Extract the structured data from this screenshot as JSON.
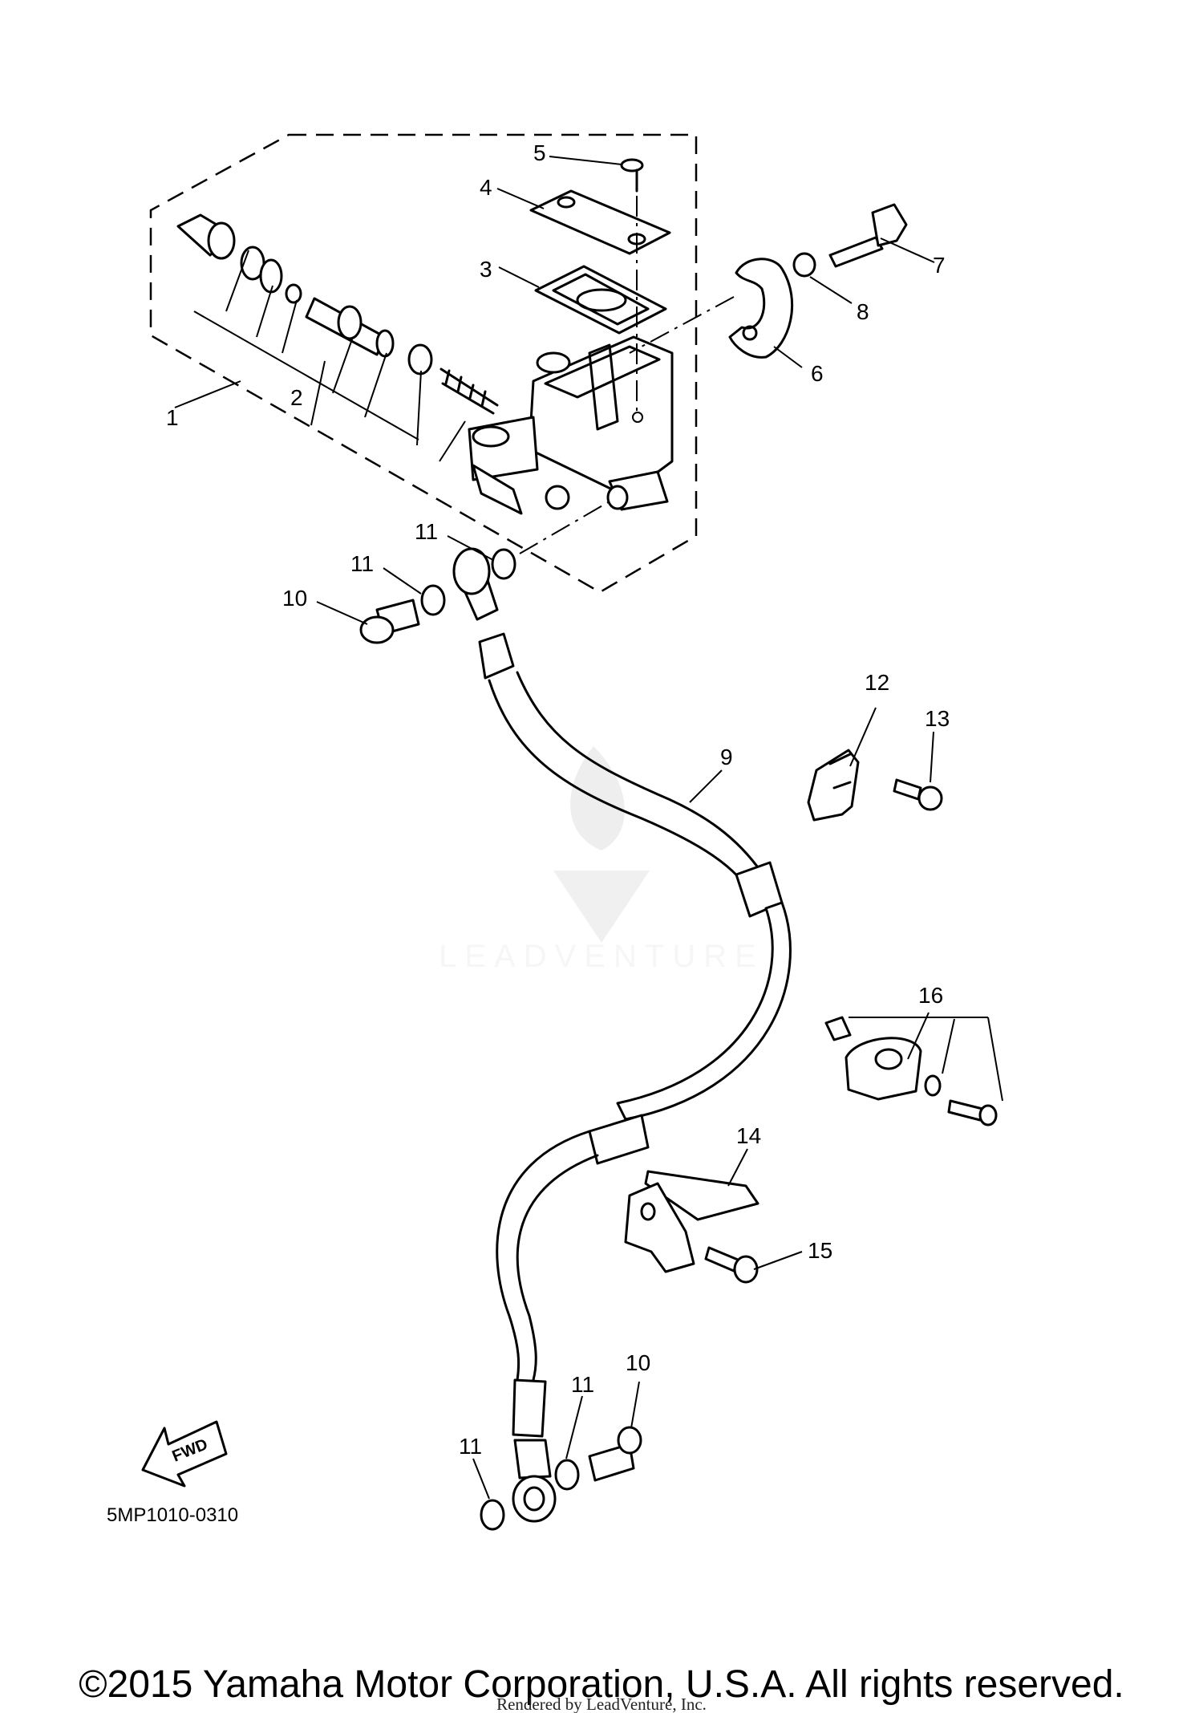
{
  "diagram_code": "5MP1010-0310",
  "fwd_label": "FWD",
  "callouts": {
    "c1": "1",
    "c2": "2",
    "c3": "3",
    "c4": "4",
    "c5": "5",
    "c6": "6",
    "c7": "7",
    "c8": "8",
    "c9": "9",
    "c10a": "10",
    "c10b": "10",
    "c11a": "11",
    "c11b": "11",
    "c11c": "11",
    "c11d": "11",
    "c12": "12",
    "c13": "13",
    "c14": "14",
    "c15": "15",
    "c16": "16"
  },
  "watermark_text": "LEADVENTURE",
  "copyright": "©2015 Yamaha Motor Corporation, U.S.A. All rights reserved.",
  "rendered_by": "Rendered by LeadVenture, Inc."
}
